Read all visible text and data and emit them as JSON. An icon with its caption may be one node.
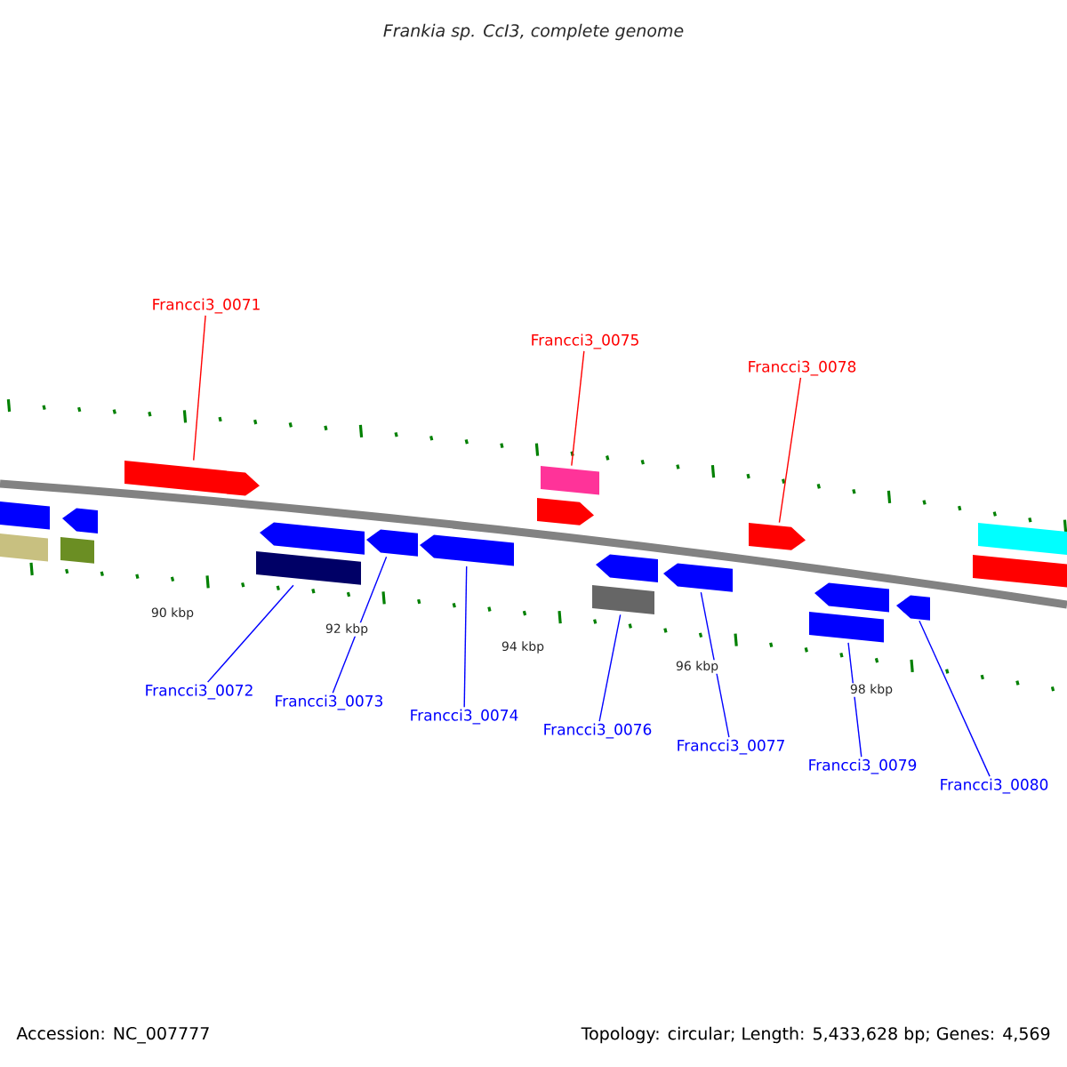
{
  "diagram": {
    "title": "Frankia sp. CcI3, complete genome",
    "nodes": [
      {
        "text": [],
        "shape": "box"
      },
      {
        "text": [],
        "shape": "box"
      },
      {
        "text": [],
        "shape": "arrow"
      },
      {
        "text": [],
        "shape": "box"
      },
      {
        "text": [],
        "shape": "arrow"
      },
      {
        "text": [],
        "shape": "arrow"
      },
      {
        "text": [],
        "shape": "box"
      },
      {
        "text": [],
        "shape": "arrow"
      },
      {
        "text": [],
        "shape": "arrow"
      },
      {
        "text": [],
        "shape": "arrow"
      },
      {
        "text": [],
        "shape": "box"
      },
      {
        "text": [],
        "shape": "box"
      },
      {
        "text": [],
        "shape": "arrow"
      },
      {
        "text": [],
        "shape": "arrow"
      },
      {
        "text": [],
        "shape": "arrow"
      },
      {
        "text": [],
        "shape": "box"
      },
      {
        "text": [],
        "shape": "arrow"
      },
      {
        "text": [],
        "shape": "arrow"
      },
      {
        "text": [],
        "shape": "box"
      },
      {
        "text": [],
        "shape": "box"
      },
      {
        "text": [
          "Francci3_0071"
        ]
      },
      {
        "text": [
          "Francci3_0075"
        ]
      },
      {
        "text": [
          "Francci3_0078"
        ]
      },
      {
        "text": [
          "Francci3_0072"
        ]
      },
      {
        "text": [
          "Francci3_0073"
        ]
      },
      {
        "text": [
          "Francci3_0074"
        ]
      },
      {
        "text": [
          "Francci3_0076"
        ]
      },
      {
        "text": [
          "Francci3_0077"
        ]
      },
      {
        "text": [
          "Francci3_0079"
        ]
      },
      {
        "text": [
          "Francci3_0080"
        ]
      }
    ],
    "edges": [
      {
        "from": 20,
        "to": 4,
        "arrow": "none",
        "color": "#ff0000"
      },
      {
        "from": 21,
        "to": 10,
        "arrow": "none",
        "color": "#ff0000"
      },
      {
        "from": 22,
        "to": 14,
        "arrow": "none",
        "color": "#ff0000"
      },
      {
        "from": 23,
        "to": 6,
        "arrow": "none"
      },
      {
        "from": 24,
        "to": 7,
        "arrow": "none"
      },
      {
        "from": 25,
        "to": 8,
        "arrow": "none"
      },
      {
        "from": 26,
        "to": 11,
        "arrow": "none"
      },
      {
        "from": 27,
        "to": 13,
        "arrow": "none"
      },
      {
        "from": 28,
        "to": 15,
        "arrow": "none"
      },
      {
        "from": 29,
        "to": 17,
        "arrow": "none"
      }
    ],
    "labels": [
      "90 kbp",
      "92 kbp",
      "94 kbp",
      "96 kbp",
      "98 kbp",
      "Accession: NC_007777",
      "Topology: circular; Length: 5,433,628 bp; Genes: 4,569"
    ]
  }
}
